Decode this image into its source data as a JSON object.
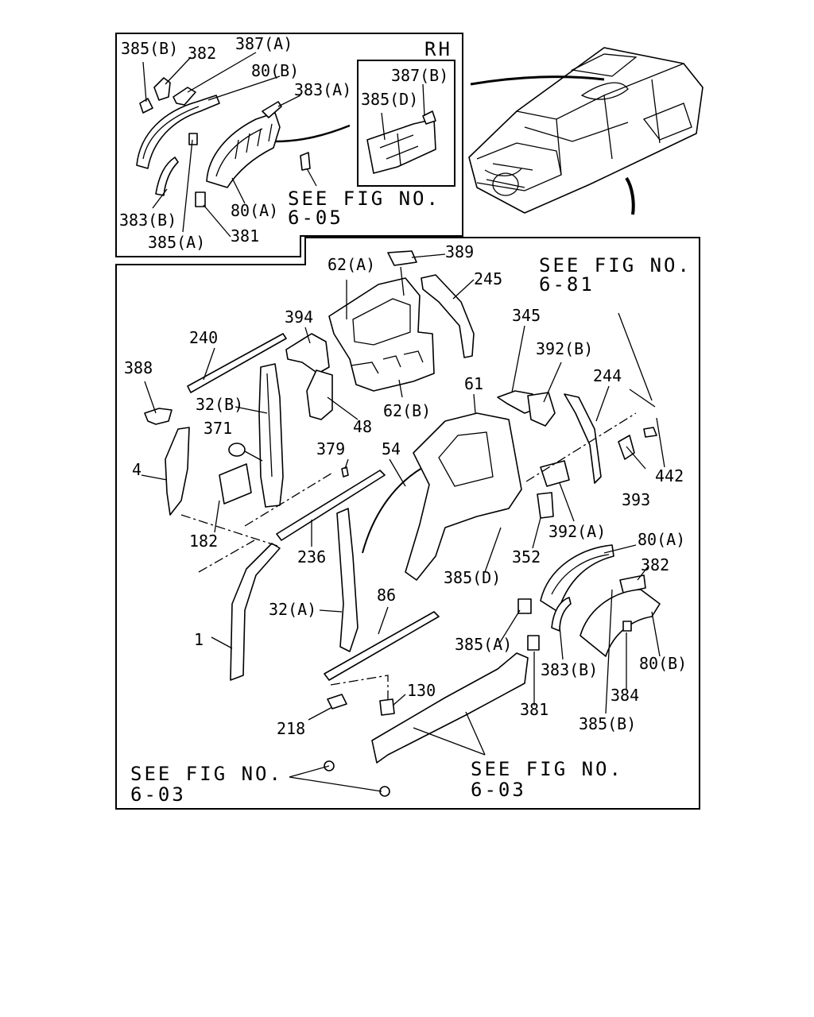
{
  "inset": {
    "side_label": "RH",
    "see_fig": {
      "line1": "SEE FIG NO.",
      "line2": "6-05"
    },
    "callouts": [
      "385(B)",
      "382",
      "387(A)",
      "80(B)",
      "383(A)",
      "387(B)",
      "385(D)",
      "383(B)",
      "385(A)",
      "80(A)",
      "381"
    ]
  },
  "main": {
    "see_fig_top": {
      "line1": "SEE FIG NO.",
      "line2": "6-81"
    },
    "see_fig_bottom_left": {
      "line1": "SEE FIG NO.",
      "line2": "6-03"
    },
    "see_fig_bottom_right": {
      "line1": "SEE FIG NO.",
      "line2": "6-03"
    },
    "callouts": [
      "62(A)",
      "389",
      "245",
      "394",
      "240",
      "388",
      "32(B)",
      "48",
      "62(B)",
      "345",
      "392(B)",
      "244",
      "61",
      "371",
      "379",
      "54",
      "4",
      "442",
      "393",
      "182",
      "236",
      "392(A)",
      "352",
      "80(A)",
      "382",
      "385(D)",
      "32(A)",
      "86",
      "1",
      "385(A)",
      "383(B)",
      "80(B)",
      "130",
      "381",
      "384",
      "218",
      "385(B)"
    ]
  }
}
